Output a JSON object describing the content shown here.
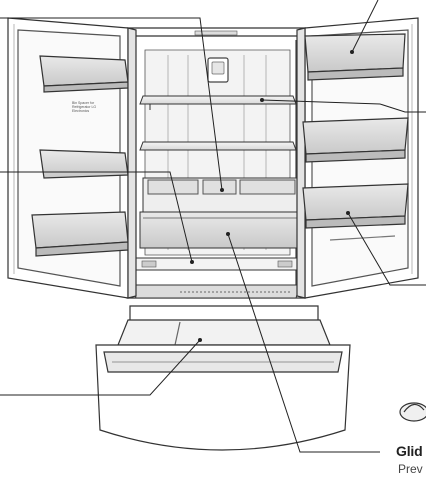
{
  "diagram": {
    "brand_text": "Bin Spacer\nfor Refrigerator\nLG Electronics"
  },
  "caption": {
    "title": "Glid",
    "body": "Prev"
  }
}
